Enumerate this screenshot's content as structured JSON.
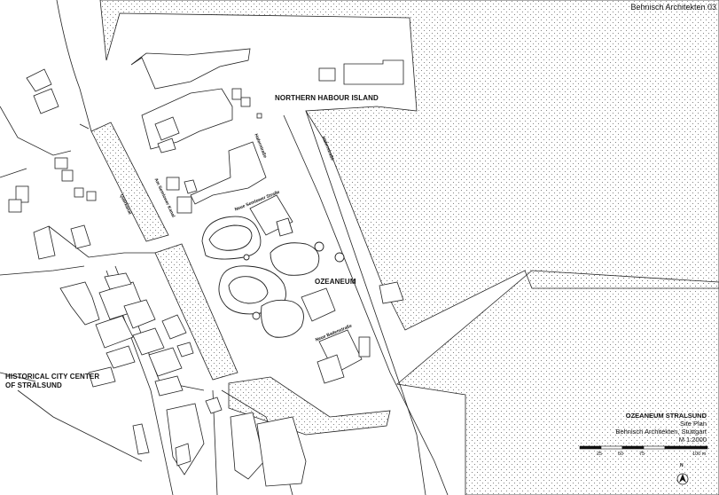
{
  "corner_title": "Behnisch Architekten 03",
  "labels": {
    "northern_island": "NORTHERN HABOUR ISLAND",
    "ozeaneum": "OZEANEUM",
    "historical_line1": "HISTORICAL CITY CENTER",
    "historical_line2": "OF STRALSUND"
  },
  "streets": {
    "hafenstrasse": "Hafenstraße",
    "hafenstrasse2": "Hafenstraße",
    "am_semlower_kanal": "Am Semlower Kanal",
    "neue_semlower": "Neue Semlower Straße",
    "querkanal": "Querkanal",
    "neue_badenstrasse": "Neue Badenstraße"
  },
  "title_block": {
    "project": "OZEANEUM STRALSUND",
    "drawing": "Site Plan",
    "office": "Behnisch Architekten, Stuttgart",
    "scale": "M 1:2000"
  },
  "scale_bar": {
    "ticks": [
      "25",
      "50",
      "75",
      "100 m"
    ]
  },
  "north_arrow": {
    "letter": "N"
  }
}
